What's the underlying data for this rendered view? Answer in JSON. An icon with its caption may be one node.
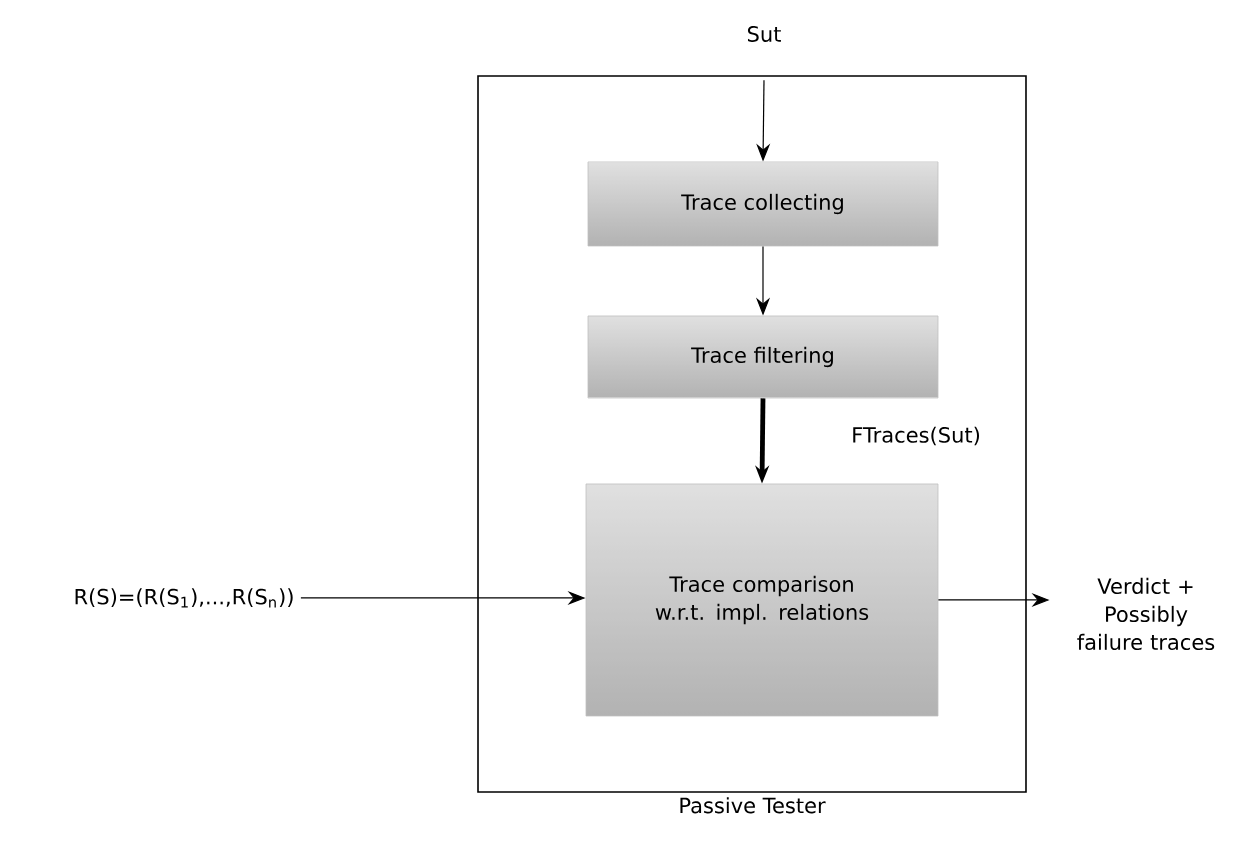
{
  "diagram": {
    "nodes": [
      {
        "text": [
          "Passive Tester"
        ]
      },
      {
        "text": [
          "Sut"
        ]
      },
      {
        "text": [
          "Trace collecting"
        ],
        "in": 0
      },
      {
        "text": [
          "Trace filtering"
        ],
        "in": 0
      },
      {
        "text": [
          "Trace comparison w.r.t. impl. relations"
        ],
        "in": 0
      },
      {
        "text": [
          "R(S)=(R(S$_{1}$),...,R(S$_{n}$))"
        ]
      },
      {
        "text": [
          "Verdict + Possibly failure traces"
        ]
      }
    ],
    "edges": [
      {
        "from": 1,
        "to": 2,
        "arrow": "to"
      },
      {
        "from": 2,
        "to": 3,
        "arrow": "to"
      },
      {
        "from": 3,
        "to": 4,
        "arrow": "to",
        "label": "FTraces(Sut)",
        "style": "thick"
      },
      {
        "from": 5,
        "to": 4,
        "arrow": "to"
      },
      {
        "from": 4,
        "to": 6,
        "arrow": "to"
      }
    ]
  }
}
